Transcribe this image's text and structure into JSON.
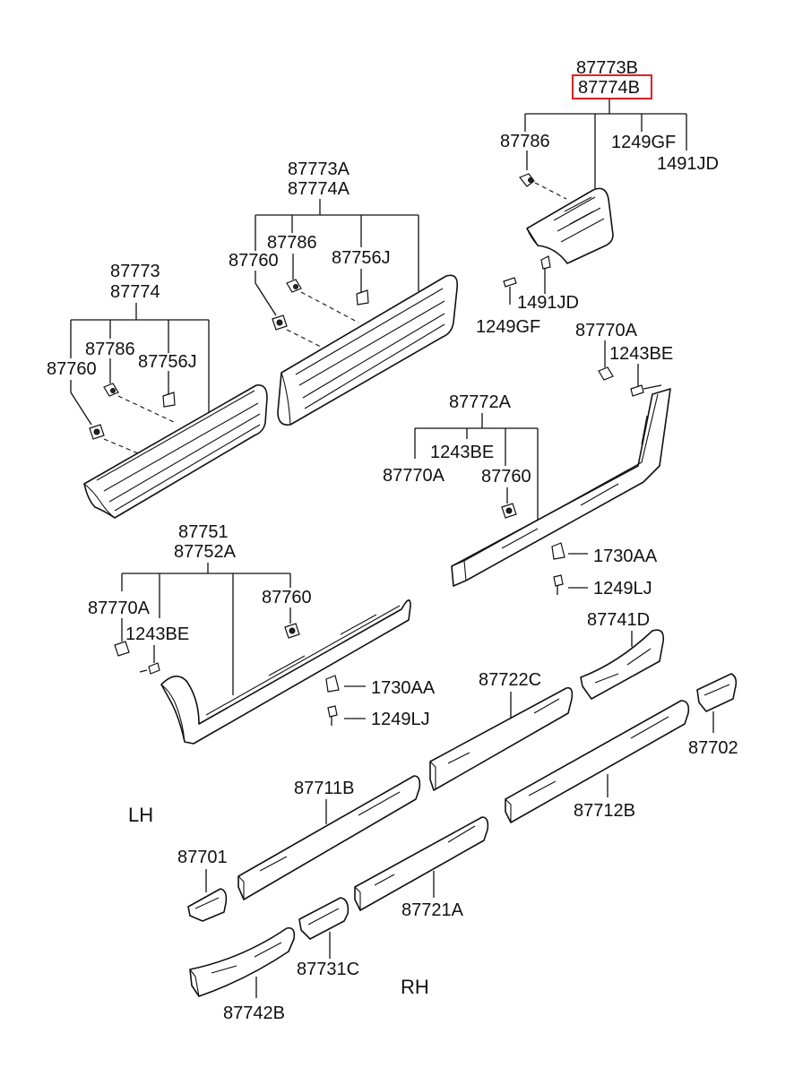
{
  "labels": {
    "p87773b": "87773B",
    "p87774b": "87774B",
    "top_87786": "87786",
    "top_1249gf": "1249GF",
    "top_1491jd": "1491JD",
    "top_1491jd_b": "1491JD",
    "top_1249gf_b": "1249GF",
    "p87773a": "87773A",
    "p87774a": "87774A",
    "mid_87786": "87786",
    "mid_87760": "87760",
    "mid_87756j": "87756J",
    "p87773": "87773",
    "p87774": "87774",
    "left_87786": "87786",
    "left_87756j": "87756J",
    "left_87760": "87760",
    "r_87770a": "87770A",
    "r_1243be": "1243BE",
    "p87772a": "87772A",
    "r_1243be_b": "1243BE",
    "r_87770a_b": "87770A",
    "r_87760": "87760",
    "r_1730aa": "1730AA",
    "r_1249lj": "1249LJ",
    "p87751": "87751",
    "p87752a": "87752A",
    "l_87770a": "87770A",
    "l_1243be": "1243BE",
    "l_87760": "87760",
    "l_1730aa": "1730AA",
    "l_1249lj": "1249LJ",
    "p87741d": "87741D",
    "p87722c": "87722C",
    "p87702": "87702",
    "p87711b": "87711B",
    "p87712b": "87712B",
    "p87701": "87701",
    "p87721a": "87721A",
    "p87731c": "87731C",
    "p87742b": "87742B",
    "side_lh": "LH",
    "side_rh": "RH"
  },
  "highlight": {
    "part": "87774B",
    "color": "#e02020"
  }
}
